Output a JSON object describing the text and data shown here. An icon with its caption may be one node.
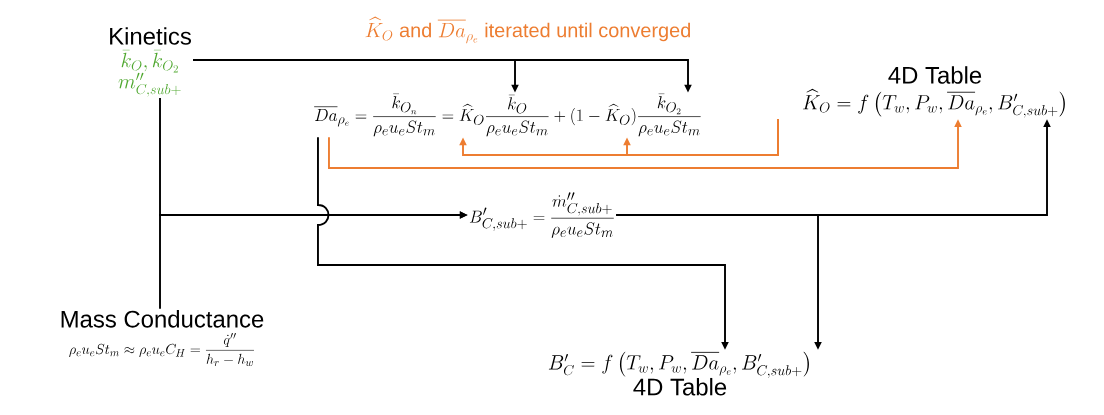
{
  "diagram": {
    "nodes": [
      {
        "text": [
          "Kinetics",
          "\\bar{k}_{O}, \\bar{k}_{O_2}",
          "m''_{C,sub+}"
        ]
      },
      {
        "text": [
          "\\overline{Da}_{\\rho_e} = \\frac{\\bar{k}_{O_n}}{\\rho_e u_e St_m} = \\widehat{K}_O \\frac{\\bar{k}_{O}}{\\rho_e u_e St_m} + (1-\\widehat{K}_O)\\frac{\\bar{k}_{O_2}}{\\rho_e u_e St_m}"
        ]
      },
      {
        "text": [
          "4D Table",
          "\\widehat{K}_O = f\\left(T_w, P_w, \\overline{Da}_{\\rho_e}, B'_{C,sub+}\\right)"
        ]
      },
      {
        "text": [
          "B'_{C,sub+} = \\frac{\\dot{m}''_{C,sub+}}{\\rho_e u_e St_m}"
        ]
      },
      {
        "text": [
          "Mass Conductance",
          "\\rho_e u_e St_m \\approx \\rho_e u_e C_H = \\frac{\\dot{q}''}{h_r - h_w}"
        ]
      },
      {
        "text": [
          "B'_{C} = f\\left(T_w, P_w, \\overline{Da}_{\\rho_e}, B'_{C,sub+}\\right)",
          "4D Table"
        ]
      }
    ],
    "edges": [
      {
        "from": 0,
        "to": 1,
        "arrow": "to"
      },
      {
        "from": 0,
        "to": 1,
        "arrow": "to"
      },
      {
        "from": 1,
        "to": 2,
        "arrow": "to",
        "color": "#ed7d31"
      },
      {
        "from": 2,
        "to": 1,
        "arrow": "to",
        "color": "#ed7d31"
      },
      {
        "from": 2,
        "to": 1,
        "arrow": "to",
        "color": "#ed7d31"
      },
      {
        "from": 0,
        "to": 3,
        "arrow": "to"
      },
      {
        "from": 4,
        "to": 3,
        "arrow": "to"
      },
      {
        "from": 1,
        "to": 5,
        "arrow": "to"
      },
      {
        "from": 3,
        "to": 2,
        "arrow": "to"
      },
      {
        "from": 3,
        "to": 5,
        "arrow": "to"
      }
    ],
    "labels": [
      "\\widehat{K}_O",
      "and",
      "\\overline{Da}_{\\rho_e}",
      "iterated until converged"
    ]
  }
}
